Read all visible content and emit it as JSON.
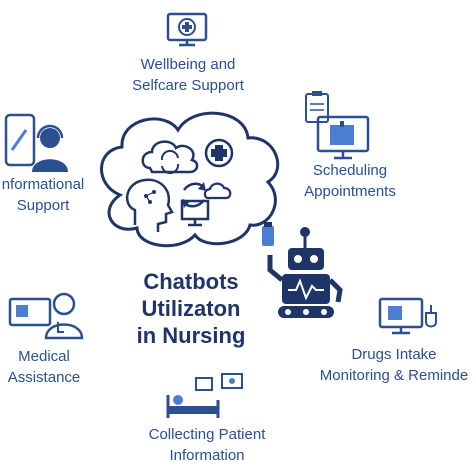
{
  "title": "Chatbots\nUtilizaton\nin Nursing",
  "labels": {
    "wellbeing": "Wellbeing and\nSelfcare Support",
    "scheduling": "Scheduling\nAppointments",
    "informational": "nformational\nSupport",
    "medical": "Medical\nAssistance",
    "drugs": "Drugs Intake\nMonitoring & Reminde",
    "collecting": "Collecting Patient\nInformation"
  },
  "colors": {
    "primary": "#2c4f8f",
    "title": "#1f3567",
    "icon_light": "#4a7fd0",
    "bg": "#ffffff"
  },
  "icons": [
    "monitor-medical-cross-icon",
    "clipboard-hospital-monitor-icon",
    "phone-headset-support-icon",
    "doctor-monitor-icon",
    "monitor-iv-drip-icon",
    "patient-bed-monitor-icon",
    "cloud-icon",
    "robot-icon"
  ]
}
